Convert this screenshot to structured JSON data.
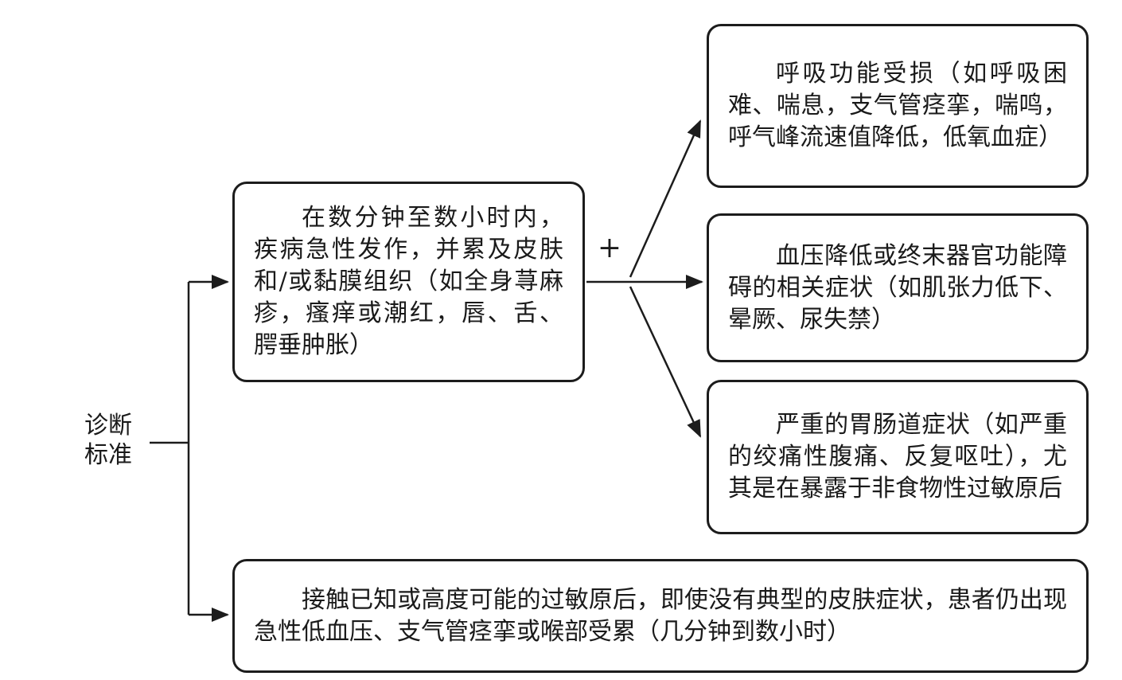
{
  "diagram": {
    "root_label": "诊断\n标准",
    "plus_sign": "+",
    "main_criterion": "在数分钟至数小时内，疾病急性发作，并累及皮肤和/或黏膜组织（如全身荨麻疹，瘙痒或潮红，唇、舌、腭垂肿胀）",
    "branches": [
      {
        "text": "呼吸功能受损（如呼吸困难、喘息，支气管痉挛，喘鸣，呼气峰流速值降低，低氧血症）"
      },
      {
        "text": "血压降低或终末器官功能障碍的相关症状（如肌张力低下、晕厥、尿失禁）"
      },
      {
        "text": "严重的胃肠道症状（如严重的绞痛性腹痛、反复呕吐），尤其是在暴露于非食物性过敏原后"
      }
    ],
    "alternative_criterion": "接触已知或高度可能的过敏原后，即使没有典型的皮肤症状，患者仍出现急性低血压、支气管痉挛或喉部受累（几分钟到数小时）"
  },
  "colors": {
    "line": "#1c1c1c",
    "background": "#ffffff"
  }
}
